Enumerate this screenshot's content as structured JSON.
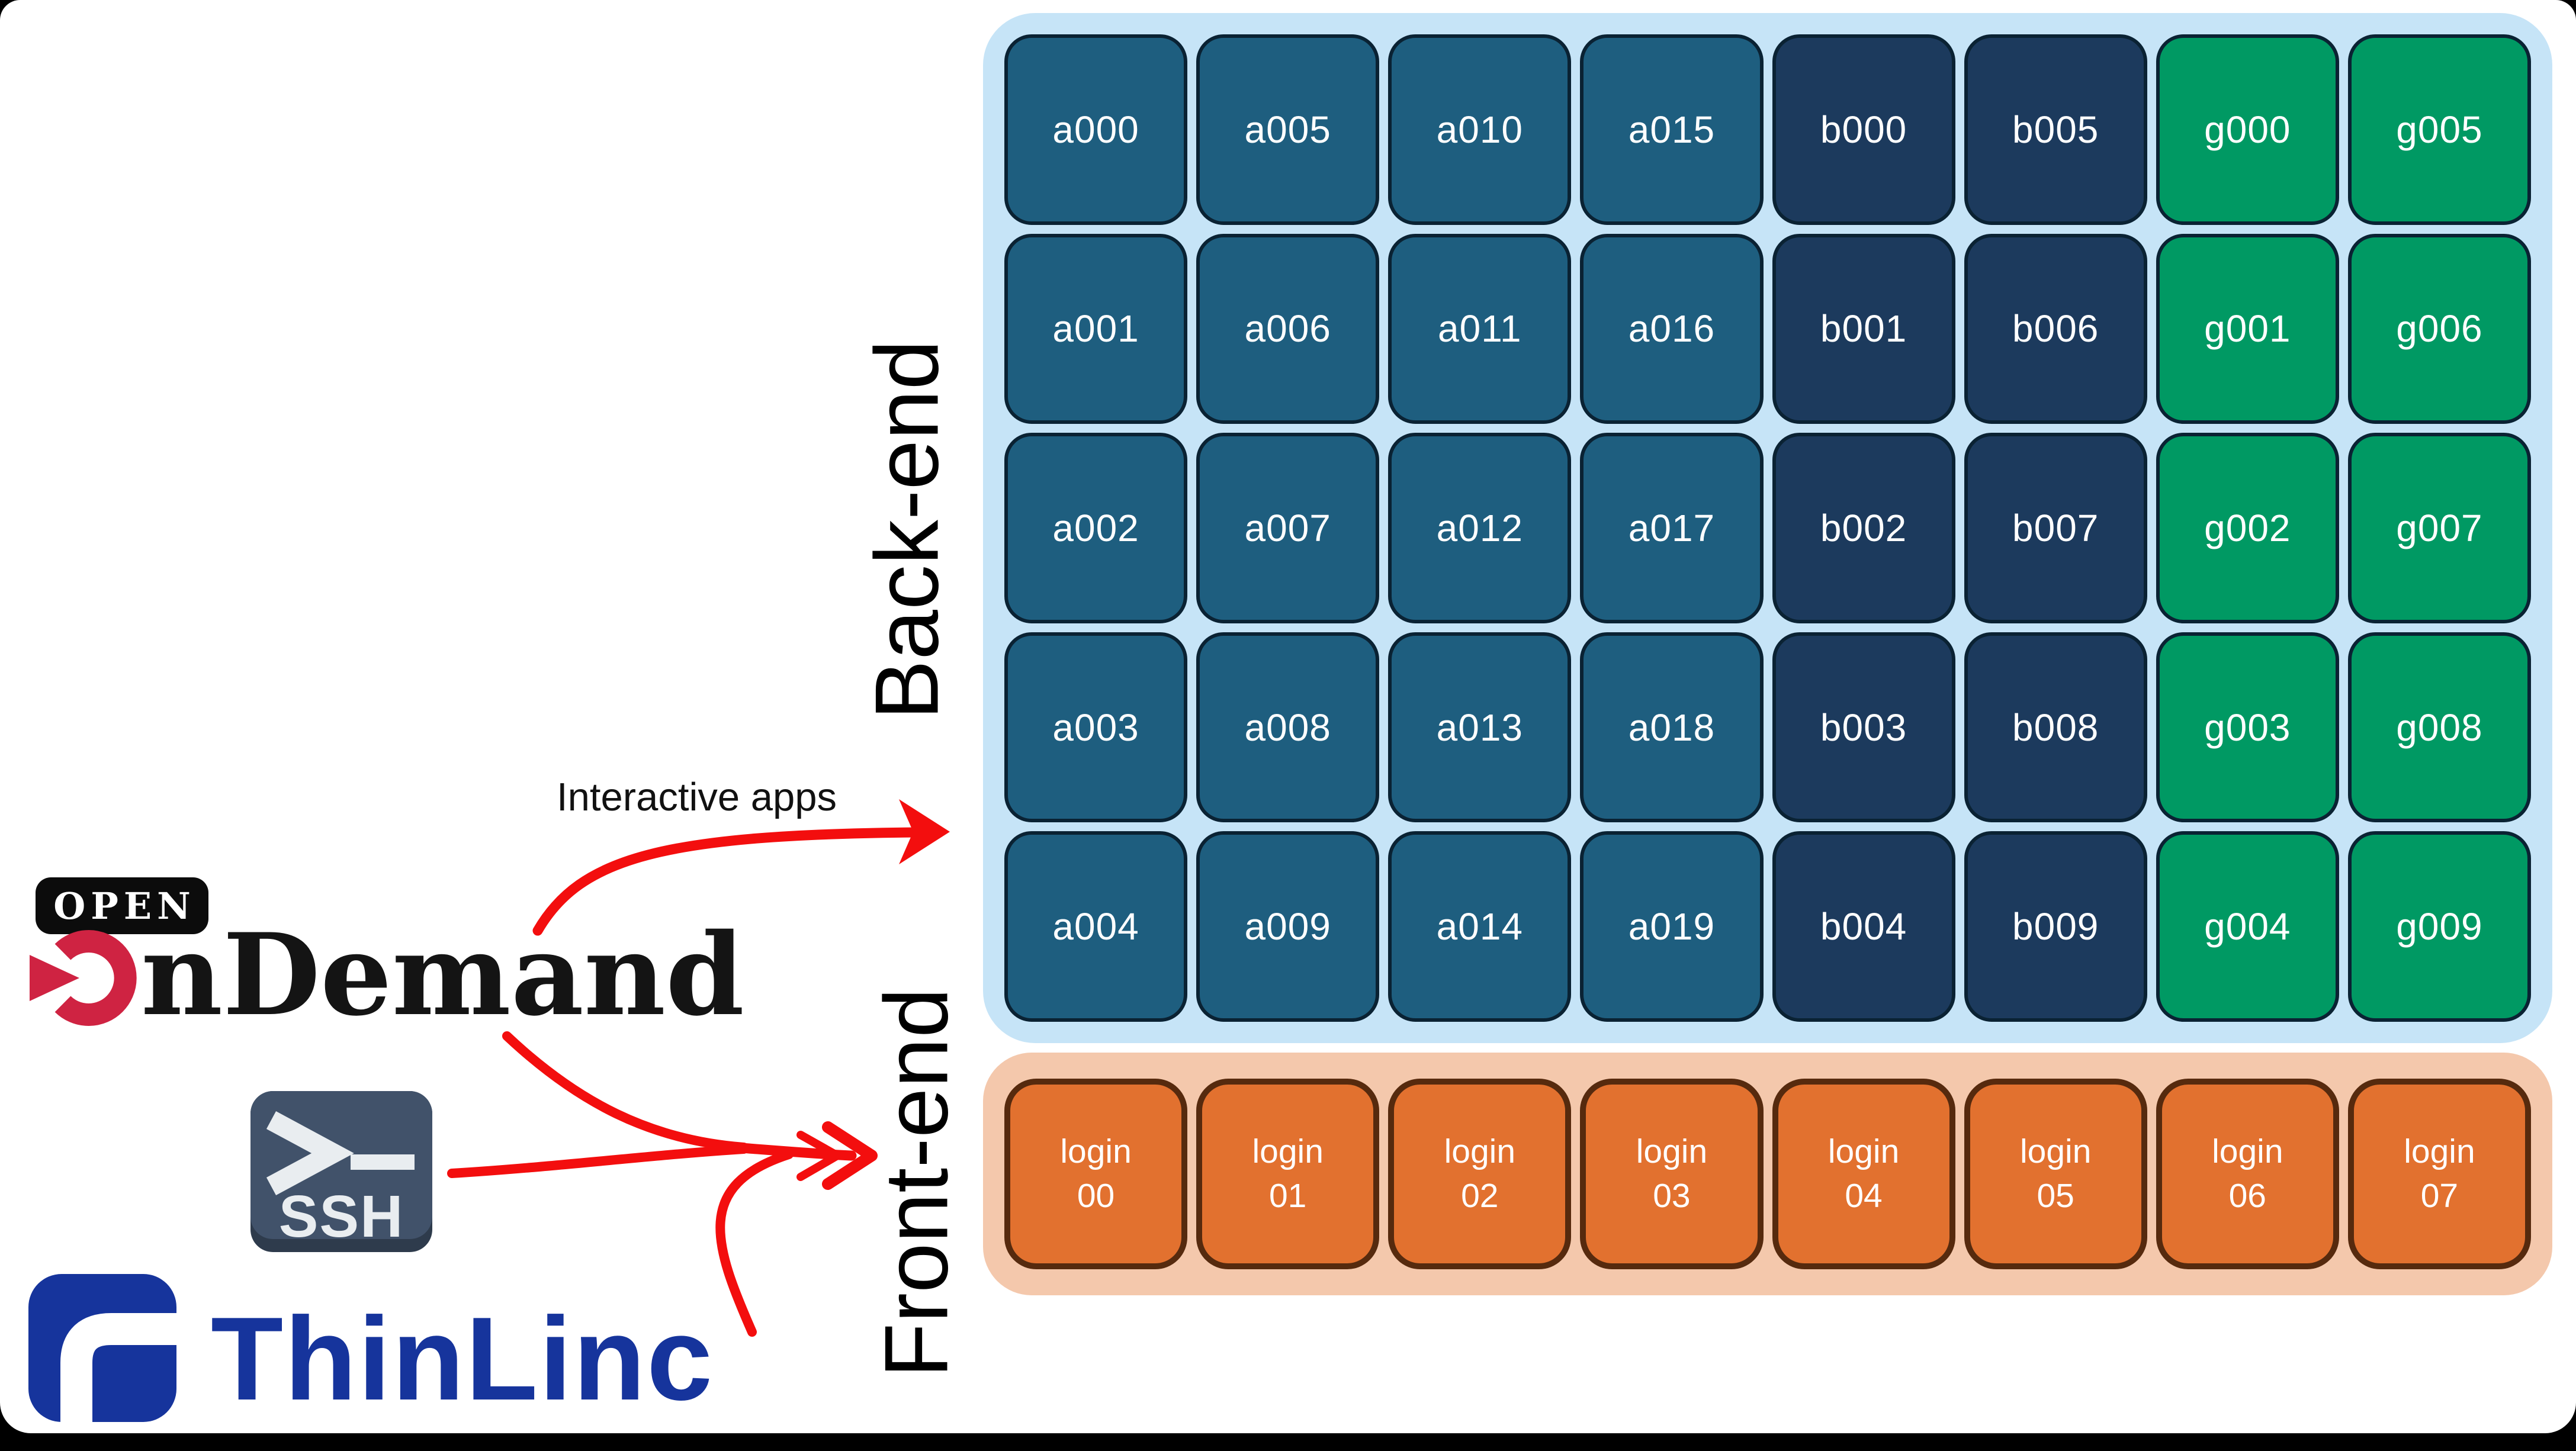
{
  "slide": {
    "background": "#ffffff",
    "frame_color": "#000000"
  },
  "back_end": {
    "label": "Back-end",
    "colors": {
      "container": "#c6e4f7",
      "a": "#1e5e7f",
      "b": "#1c3a5d",
      "g": "#009963",
      "node_border": "#0a2233",
      "node_text": "#ffffff"
    },
    "columns": [
      {
        "group": "a",
        "items": [
          "a000",
          "a001",
          "a002",
          "a003",
          "a004"
        ]
      },
      {
        "group": "a",
        "items": [
          "a005",
          "a006",
          "a007",
          "a008",
          "a009"
        ]
      },
      {
        "group": "a",
        "items": [
          "a010",
          "a011",
          "a012",
          "a013",
          "a014"
        ]
      },
      {
        "group": "a",
        "items": [
          "a015",
          "a016",
          "a017",
          "a018",
          "a019"
        ]
      },
      {
        "group": "b",
        "items": [
          "b000",
          "b001",
          "b002",
          "b003",
          "b004"
        ]
      },
      {
        "group": "b",
        "items": [
          "b005",
          "b006",
          "b007",
          "b008",
          "b009"
        ]
      },
      {
        "group": "g",
        "items": [
          "g000",
          "g001",
          "g002",
          "g003",
          "g004"
        ]
      },
      {
        "group": "g",
        "items": [
          "g005",
          "g006",
          "g007",
          "g008",
          "g009"
        ]
      }
    ]
  },
  "front_end": {
    "label": "Front-end",
    "colors": {
      "container": "#f4c8ac",
      "node": "#e2712f",
      "node_border": "#562a0e",
      "node_text": "#ffffff"
    },
    "nodes": [
      {
        "line1": "login",
        "line2": "00"
      },
      {
        "line1": "login",
        "line2": "01"
      },
      {
        "line1": "login",
        "line2": "02"
      },
      {
        "line1": "login",
        "line2": "03"
      },
      {
        "line1": "login",
        "line2": "04"
      },
      {
        "line1": "login",
        "line2": "05"
      },
      {
        "line1": "login",
        "line2": "06"
      },
      {
        "line1": "login",
        "line2": "07"
      }
    ]
  },
  "annotations": {
    "interactive_apps_label": "Interactive apps",
    "arrow_color": "#f30e0e",
    "label_color": "#000000"
  },
  "logos": {
    "open_ondemand": {
      "badge": "OPEN",
      "badge_bg": "#0c0c0c",
      "badge_text_color": "#ffffff",
      "name_rest": "nDemand",
      "name_color": "#141414",
      "mark_color": "#cf2342"
    },
    "ssh": {
      "label": "SSH",
      "prompt": ">_",
      "bg": "#41526a",
      "bg_shadow": "#2e3b4c",
      "glyph_color": "#e9edf0"
    },
    "thinlinc": {
      "name": "ThinLinc",
      "color": "#16349c"
    }
  }
}
